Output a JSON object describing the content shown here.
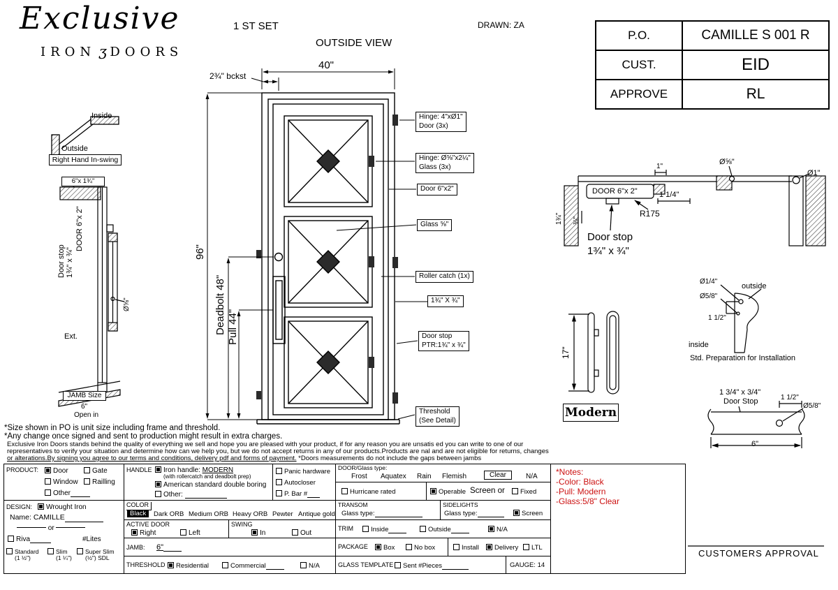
{
  "colors": {
    "ink": "#000000",
    "note_red": "#cc1111",
    "paper": "#ffffff"
  },
  "header": {
    "logo": {
      "name": "Exclusive",
      "word_left": "IRON",
      "ornament": "ʒ",
      "word_right": "DOORS"
    },
    "set_label": "1 ST SET",
    "view_label": "OUTSIDE VIEW",
    "drawn_label": "DRAWN: ZA",
    "approval_table": {
      "rows": [
        {
          "label": "P.O.",
          "value": "CAMILLE S 001 R"
        },
        {
          "label": "CUST.",
          "value": "EID"
        },
        {
          "label": "APPROVE",
          "value": "RL"
        }
      ]
    }
  },
  "swing_detail": {
    "inside": "Inside",
    "outside": "Outside",
    "caption": "Right Hand In-swing"
  },
  "jamb_section": {
    "head_dim": "6\"x 1¾\"",
    "stop_line1": "Door stop",
    "stop_line2": "1¾\" x ¾\"",
    "door_dim": "DOOR 6\"x 2\"",
    "glass_dia": "Ø⅝\"",
    "ext_label": "Ext.",
    "jamb_size": "JAMB Size",
    "jamb_width": "6\"",
    "open_in": "Open in"
  },
  "door_view": {
    "width_dim": "40\"",
    "height_dim": "96\"",
    "backset_dim": "2¾\" bckst",
    "deadbolt_dim": "Deadbolt 48\"",
    "pull_dim": "Pull 44\"",
    "callouts": [
      {
        "line1": "Hinge: 4\"xØ1\"",
        "line2": "Door (3x)"
      },
      {
        "line1": "Hinge: Ø⅝\"x2¼\"",
        "line2": "Glass (3x)"
      },
      {
        "line1": "Door 6\"x2\""
      },
      {
        "line1": "Glass ⅝\""
      },
      {
        "line1": "Roller catch  (1x)"
      },
      {
        "line1": "1¾\" X ¾\""
      },
      {
        "line1": "Door stop",
        "line2": "PTR:1¾\" x ¾\""
      },
      {
        "line1": "Threshold",
        "line2": "(See Detail)"
      }
    ]
  },
  "head_section": {
    "door_label": "DOOR 6\"x 2\"",
    "dim_1_1_4": "1 1/4\"",
    "radius": "R175",
    "stop_line1": "Door stop",
    "stop_line2": "1¾\" x ¾\"",
    "dia_5_8": "Ø⅝\"",
    "dia_1": "Ø1\"",
    "dim_1": "1\"",
    "dim_3_8": "⅜\"",
    "dim_1_3_4": "1¾\""
  },
  "handle_detail": {
    "height_dim": "17\"",
    "caption": "Modern"
  },
  "install_detail": {
    "dia_1_4": "Ø1/4\"",
    "dia_5_8": "Ø5/8\"",
    "outside": "outside",
    "inside": "inside",
    "dim_1_1_2": "1 1/2\"",
    "caption": "Std. Preparation for Installation"
  },
  "stop_detail": {
    "size": "1 3/4\" x 3/4\"",
    "name": "Door Stop",
    "dim_1_1_2": "1 1/2\"",
    "dia": "Ø5/8\"",
    "width": "6\""
  },
  "notes": {
    "line1": "*Size shown in PO is unit size including frame and threshold.",
    "line2": "*Any change once signed and sent to production might result in extra charges.",
    "line3": "Exclusive Iron Doors stands behind the quality of everything we sell and hope you are pleased with your product, if for any reason you are unsatis ed you can write to one of our",
    "line4": "representatives to verify your situation and determine how can we help you, but we do not accept returns in any of our products.Products are  nal and are not eligible for returns, changes",
    "line5_underlined": "or alterations.By signing you agree to our terms and conditions, delivery pdf and forms of payment.",
    "line5_rest": " *Doors measurements do not include the gaps between jambs"
  },
  "form": {
    "product": {
      "label": "PRODUCT:",
      "items": [
        {
          "label": "Door",
          "checked": true
        },
        {
          "label": "Gate",
          "checked": false
        },
        {
          "label": "Window",
          "checked": false
        },
        {
          "label": "Railling",
          "checked": false
        },
        {
          "label": "Other",
          "checked": false
        }
      ]
    },
    "design": {
      "label": "DESIGN:",
      "type": {
        "label": "Wrought Iron",
        "checked": true
      },
      "name": "Name: CAMILLE",
      "or": "or",
      "riva": {
        "label": "Riva",
        "checked": false
      },
      "lites": "#Lites",
      "profiles": [
        {
          "label": "Standard",
          "sub": "(1 ½\")",
          "checked": false
        },
        {
          "label": "Slim",
          "sub": "(1 ¼\")",
          "checked": false
        },
        {
          "label": "Super Slim",
          "sub": "(½\") SDL",
          "checked": false
        }
      ]
    },
    "handle": {
      "label": "HANDLE",
      "iron": {
        "label": "Iron handle: ",
        "value": "MODERN",
        "sub": "(with rollercatch and deadbolt prep)",
        "checked": true
      },
      "american": {
        "label": "American standard double boring",
        "checked": true
      },
      "other": {
        "label": "Other:",
        "checked": false
      }
    },
    "hardware": {
      "items": [
        {
          "label": "Panic hardware",
          "checked": false
        },
        {
          "label": "Autocloser",
          "checked": false
        },
        {
          "label": "P. Bar #",
          "checked": false
        }
      ]
    },
    "color": {
      "label": "COLOR",
      "selected": "Black",
      "options": [
        "Black",
        "Dark ORB",
        "Medium ORB",
        "Heavy ORB",
        "Pewter",
        "Antique gold"
      ]
    },
    "active_door": {
      "label": "ACTIVE DOOR",
      "right": {
        "label": "Right",
        "checked": true
      },
      "left": {
        "label": "Left",
        "checked": false
      }
    },
    "swing": {
      "label": "SWING",
      "in": {
        "label": "In",
        "checked": true
      },
      "out": {
        "label": "Out",
        "checked": false
      }
    },
    "jamb": {
      "label": "JAMB:",
      "value": "6\""
    },
    "threshold": {
      "label": "THRESHOLD",
      "residential": {
        "label": "Residential",
        "checked": true
      },
      "commercial": {
        "label": "Commercial",
        "checked": false
      },
      "na": {
        "label": "N/A",
        "checked": false
      }
    },
    "glass": {
      "label": "DOOR/Glass type:",
      "types": [
        "Frost",
        "Aquatex",
        "Rain",
        "Flemish",
        "Clear",
        "N/A"
      ],
      "selected": "Clear",
      "hurricane": {
        "label": "Hurricane rated",
        "checked": false
      },
      "operable": {
        "label": "Operable",
        "checked": true
      },
      "screen_or": "Screen or",
      "fixed": {
        "label": "Fixed",
        "checked": false
      }
    },
    "transom": {
      "label": "TRANSOM",
      "glass_type": "Glass type:"
    },
    "sidelights": {
      "label": "SIDELIGHTS",
      "glass_type": "Glass type:",
      "screen": {
        "label": "Screen",
        "checked": true
      }
    },
    "trim": {
      "label": "TRIM",
      "inside": {
        "label": "Inside",
        "checked": false
      },
      "outside": {
        "label": "Outside",
        "checked": false
      },
      "na": {
        "label": "N/A",
        "checked": true
      }
    },
    "package": {
      "label": "PACKAGE",
      "box": {
        "label": "Box",
        "checked": true
      },
      "no_box": {
        "label": "No box",
        "checked": false
      },
      "install": {
        "label": "Install",
        "checked": false
      },
      "delivery": {
        "label": "Delivery",
        "checked": true
      },
      "ltl": {
        "label": "LTL",
        "checked": false
      }
    },
    "glass_template": {
      "label": "GLASS TEMPLATE",
      "sent": {
        "label": "Sent #Pieces",
        "checked": false
      },
      "gauge": "GAUGE: 14"
    },
    "notes_red": {
      "title": "*Notes:",
      "lines": [
        "-Color: Black",
        "-Pull: Modern",
        "-Glass:5/8\"  Clear"
      ]
    }
  },
  "footer": {
    "approval": "CUSTOMERS APPROVAL"
  }
}
